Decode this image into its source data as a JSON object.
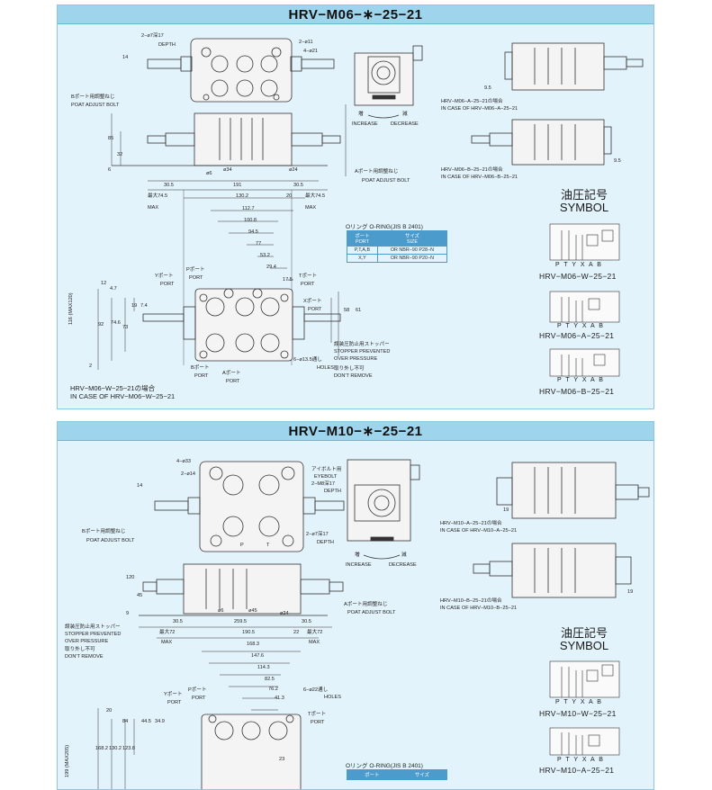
{
  "m06": {
    "title": "HRV−M06−∗−25−21",
    "labels": {
      "depth_hole": "2−ø7深17",
      "depth": "DEPTH",
      "d11": "2−ø11",
      "d21": "4−ø21",
      "bport_adj": "Bポート用調整ねじ",
      "poat_adj": "POAT ADJUST BOLT",
      "dim14": "14",
      "dim85": "85",
      "dim32": "32",
      "dim6": "6",
      "dim_d6": "ø6",
      "dim_d34": "ø34",
      "dim_d24": "ø24",
      "dim191": "191",
      "dim305a": "30.5",
      "dim305b": "30.5",
      "max745a": "最大74.5",
      "max745b": "最大74.5",
      "max_a": "MAX",
      "max_b": "MAX",
      "dim1302": "130.2",
      "dim20": "20",
      "dim1127": "112.7",
      "dim1008": "100.8",
      "dim945": "94.5",
      "dim77": "77",
      "dim532": "53.2",
      "dim294": "29.4",
      "dim175": "17.5",
      "aport_adj": "Aポート用調整ねじ",
      "poat_adj_a": "POAT ADJUST BOLT",
      "increase": "INCREASE",
      "decrease": "DECREASE",
      "zou": "増",
      "gen": "減",
      "dim95a": "9.5",
      "dim95b": "9.5",
      "case_a_jp": "HRV−M06−A−25−21の場合",
      "case_a_en": "IN CASE OF HRV−M06−A−25−21",
      "case_b_jp": "HRV−M06−B−25−21の場合",
      "case_b_en": "IN CASE OF HRV−M06−B−25−21",
      "yport": "Yポート",
      "yport_en": "PORT",
      "pport": "Pポート",
      "pport_en": "PORT",
      "tport": "Tポート",
      "tport_en": "PORT",
      "xport": "Xポート",
      "xport_en": "PORT",
      "bport": "Bポート",
      "bport_en": "PORT",
      "aport": "Aポート",
      "aport_en": "PORT",
      "holes": "6−ø13.5通し",
      "holes_en": "HOLES",
      "stopper_jp": "誤装圧防止用ストッパー",
      "stopper1": "STOPPER PREVENTED",
      "stopper2": "OVER PRESSURE",
      "dont_jp": "取り外し不可",
      "dont": "DON'T REMOVE",
      "v12": "12",
      "v47": "4.7",
      "v19": "19",
      "v74": "7.4",
      "v73": "73",
      "v746": "74.6",
      "v92": "92",
      "v116": "116 (MAX120)",
      "v58": "58",
      "v61": "61",
      "v2": "2",
      "case_w_jp": "HRV−M06−W−25−21の場合",
      "case_w_en": "IN CASE OF HRV−M06−W−25−21"
    },
    "oring": {
      "title": "Oリング O-RING(JIS B 2401)",
      "h1_jp": "ポート",
      "h1": "PORT",
      "h2_jp": "サイズ",
      "h2": "SIZE",
      "rows": [
        {
          "port": "P,T,A,B",
          "size": "OR NBR−90 P28−N"
        },
        {
          "port": "X,Y",
          "size": "OR NBR−90 P20−N"
        }
      ]
    },
    "symbol": {
      "title_jp": "油圧記号",
      "title_en": "SYMBOL",
      "ports_w": "P T Y X    A    B",
      "cap_w": "HRV−M06−W−25−21",
      "ports_a": "P T Y X   A B",
      "cap_a": "HRV−M06−A−25−21",
      "ports_b": "P T Y X A    B",
      "cap_b": "HRV−M06−B−25−21"
    }
  },
  "m10": {
    "title": "HRV−M10−∗−25−21",
    "labels": {
      "d33": "4−ø33",
      "d14": "2−ø14",
      "eyebolt_jp": "アイボルト用",
      "eyebolt": "EYEBOLT",
      "m8": "2−M8深17",
      "depth": "DEPTH",
      "dim14": "14",
      "depth2_hole": "2−ø7深17",
      "depth2": "DEPTH",
      "p": "P",
      "t": "T",
      "bport_adj": "Bポート用調整ねじ",
      "poat_adj": "POAT ADJUST BOLT",
      "increase": "INCREASE",
      "decrease": "DECREASE",
      "zou": "増",
      "gen": "減",
      "dim120": "120",
      "dim45": "45",
      "dim9": "9",
      "d6": "ø6",
      "d45": "ø45",
      "d24": "ø24",
      "dim2595": "259.5",
      "dim305a": "30.5",
      "dim305b": "30.5",
      "aport_adj": "Aポート用調整ねじ",
      "poat_adj_a": "POAT ADJUST BOLT",
      "stopper_jp": "誤装圧防止用ストッパー",
      "stopper1": "STOPPER PREVENTED",
      "stopper2": "OVER PRESSURE",
      "dont_jp": "取り外し不可",
      "dont": "DON'T REMOVE",
      "max72a": "最大72",
      "max72b": "最大72",
      "max_a": "MAX",
      "max_b": "MAX",
      "dim1905": "190.5",
      "dim22": "22",
      "dim1683": "168.3",
      "dim1476": "147.6",
      "dim1143": "114.3",
      "dim825": "82.5",
      "dim762": "76.2",
      "dim413": "41.3",
      "holes": "6−ø22通し",
      "holes_en": "HOLES",
      "yport": "Yポート",
      "yport_en": "PORT",
      "pport": "Pポート",
      "pport_en": "PORT",
      "tport": "Tポート",
      "tport_en": "PORT",
      "v20": "20",
      "v84": "84",
      "v445": "44.5",
      "v349": "34.9",
      "v1682": "168.2",
      "v1302": "130.2",
      "v1238": "123.8",
      "v199": "199 (MAX205)",
      "v23": "23",
      "dim19a": "19",
      "dim19b": "19",
      "case_a_jp": "HRV−M10−A−25−21の場合",
      "case_a_en": "IN CASE OF HRV−M10−A−25−21",
      "case_b_jp": "HRV−M10−B−25−21の場合",
      "case_b_en": "IN CASE OF HRV−M10−B−25−21"
    },
    "oring": {
      "title": "Oリング O-RING(JIS B 2401)",
      "h1_jp": "ポート",
      "h2_jp": "サイズ"
    },
    "symbol": {
      "title_jp": "油圧記号",
      "title_en": "SYMBOL",
      "ports_w": "P T Y X    A    B",
      "cap_w": "HRV−M10−W−25−21",
      "ports_a": "P T Y X   A B",
      "cap_a": "HRV−M10−A−25−21"
    }
  }
}
